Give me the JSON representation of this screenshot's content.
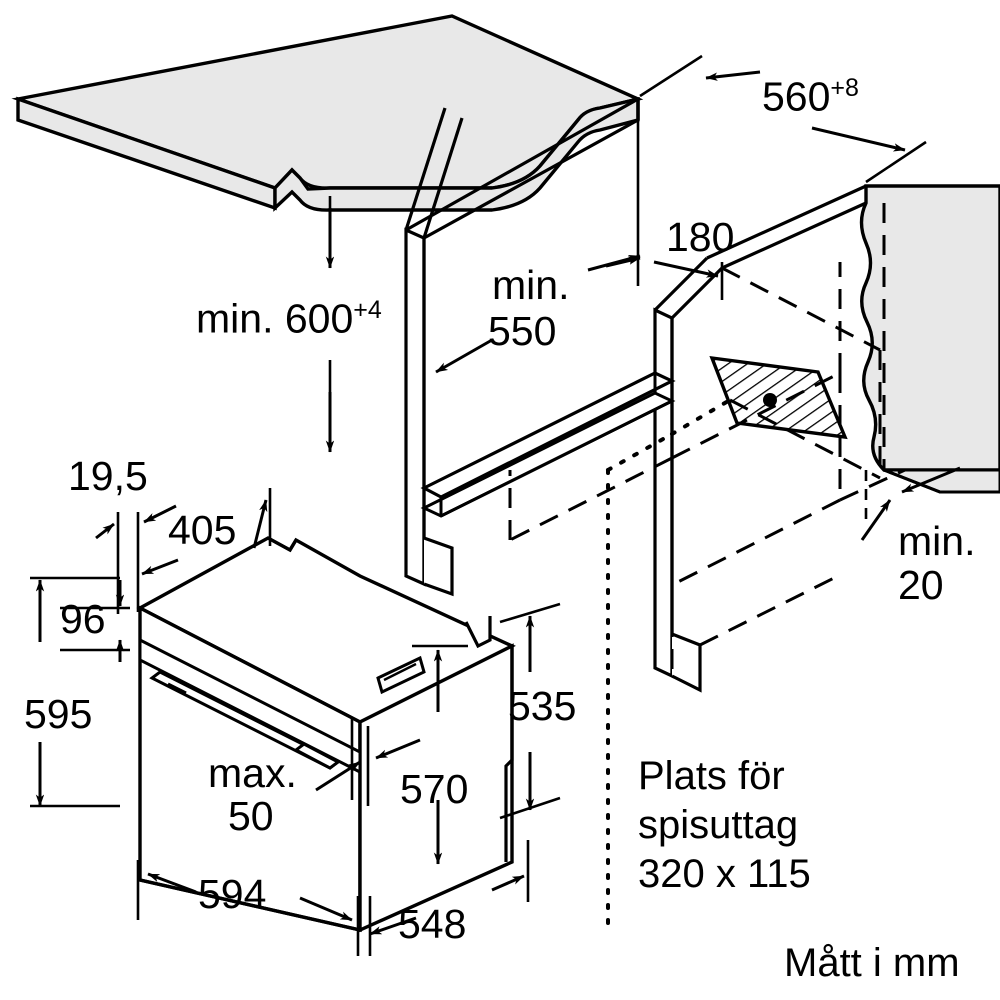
{
  "diagram": {
    "title": "Built-in oven niche installation drawing",
    "units_note": "Mått i mm",
    "outlet_note_line1": "Plats för",
    "outlet_note_line2": "spisuttag",
    "outlet_note_line3": "320 x 115",
    "colors": {
      "line": "#000000",
      "panel_fill": "#e8e8e8",
      "background": "#ffffff"
    }
  },
  "dimensions": {
    "niche_depth": {
      "value": "560",
      "tolerance": "+8",
      "label": "560"
    },
    "niche_height": {
      "prefix": "min. ",
      "value": "600",
      "tolerance": "+4",
      "label": "min. 600"
    },
    "niche_width": {
      "prefix": "min.",
      "value": "550",
      "line1": "min.",
      "line2": "550"
    },
    "top_offset": {
      "value": "180",
      "label": "180"
    },
    "rear_clearance": {
      "line1": "min.",
      "line2": "20"
    },
    "panel_thickness": {
      "value": "19,5",
      "label": "19,5"
    },
    "control_panel_depth": {
      "value": "405",
      "label": "405"
    },
    "control_panel_height": {
      "value": "96",
      "label": "96"
    },
    "appliance_height": {
      "value": "595",
      "label": "595"
    },
    "door_gap": {
      "line1": "max.",
      "line2": "50"
    },
    "body_height": {
      "value": "570",
      "label": "570"
    },
    "body_rear_height": {
      "value": "535",
      "label": "535"
    },
    "appliance_width": {
      "value": "594",
      "label": "594"
    },
    "appliance_depth": {
      "value": "548",
      "label": "548"
    }
  }
}
